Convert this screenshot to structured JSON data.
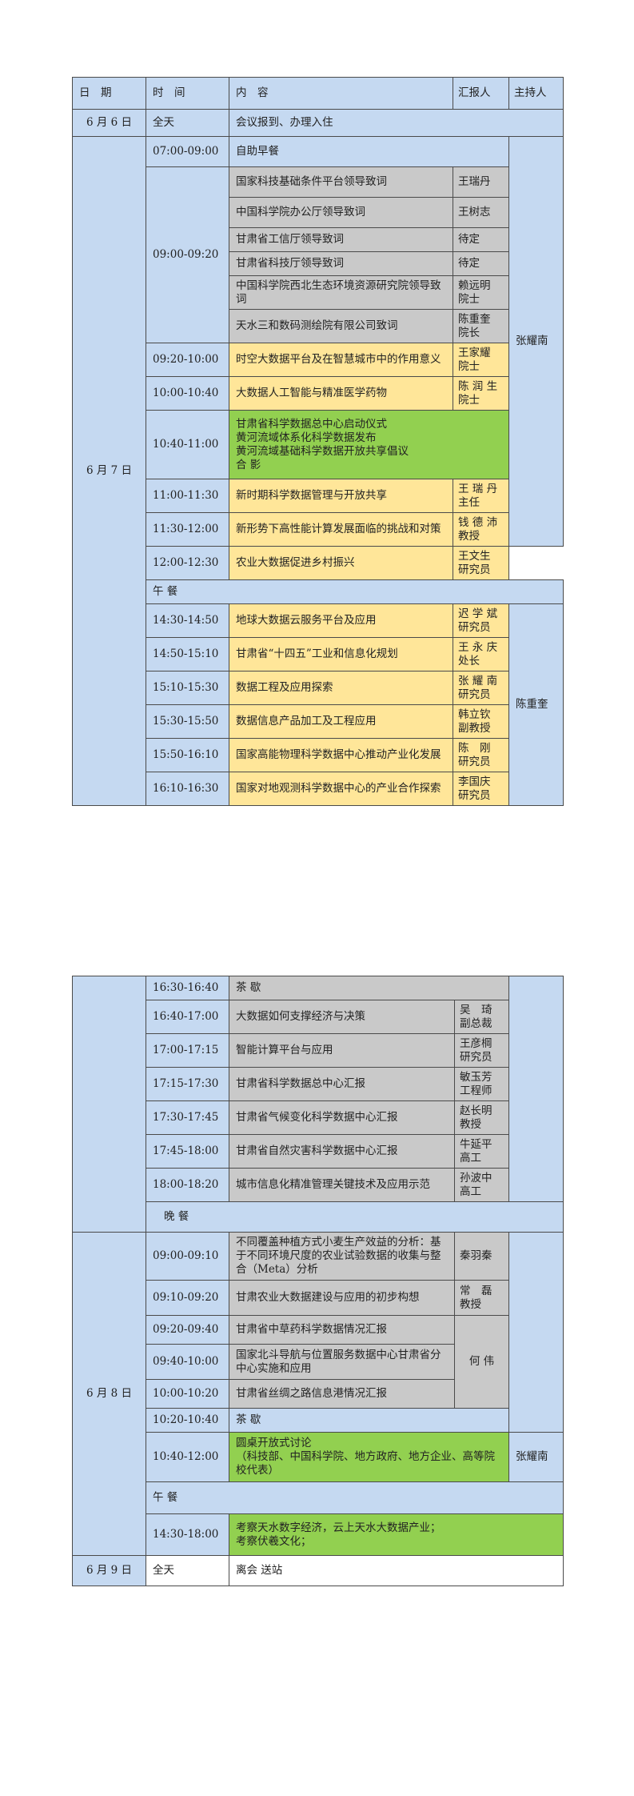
{
  "header": {
    "date": "日　期",
    "time": "时　间",
    "content": "内　容",
    "reporter": "汇报人",
    "host": "主持人"
  },
  "day6": {
    "date": "6 月 6 日",
    "time": "全天",
    "content": "会议报到、办理入住"
  },
  "day7": {
    "date": "6 月 7 日",
    "host_morning": "张耀南",
    "host_afternoon": "陈重奎",
    "morning": [
      {
        "time": "07:00-09:00",
        "content": "自助早餐"
      },
      {
        "time": "09:00-09:20",
        "content": "国家科技基础条件平台领导致词",
        "reporter": "王瑞丹"
      },
      {
        "content": "中国科学院办公厅领导致词",
        "reporter": "王树志"
      },
      {
        "content": "甘肃省工信厅领导致词",
        "reporter": "待定"
      },
      {
        "content": "甘肃省科技厅领导致词",
        "reporter": "待定"
      },
      {
        "content": "中国科学院西北生态环境资源研究院领导致词",
        "reporter": "赖远明\n院士"
      },
      {
        "content": "天水三和数码测绘院有限公司致词",
        "reporter": "陈重奎\n院长"
      },
      {
        "time": "09:20-10:00",
        "content": "时空大数据平台及在智慧城市中的作用意义",
        "reporter": "王家耀\n院士"
      },
      {
        "time": "10:00-10:40",
        "content": "大数据人工智能与精准医学药物",
        "reporter": "陈 润 生\n院士"
      },
      {
        "time": "10:40-11:00",
        "content": "甘肃省科学数据总中心启动仪式\n黄河流域体系化科学数据发布\n黄河流域基础科学数据开放共享倡议\n合 影"
      },
      {
        "time": "11:00-11:30",
        "content": "新时期科学数据管理与开放共享",
        "reporter": "王 瑞 丹\n主任"
      },
      {
        "time": "11:30-12:00",
        "content": "新形势下高性能计算发展面临的挑战和对策",
        "reporter": "钱 德 沛\n教授"
      },
      {
        "time": "12:00-12:30",
        "content": "农业大数据促进乡村振兴",
        "reporter": "王文生\n研究员"
      }
    ],
    "lunch": "午 餐",
    "afternoon": [
      {
        "time": "14:30-14:50",
        "content": "地球大数据云服务平台及应用",
        "reporter": "迟 学 斌\n研究员"
      },
      {
        "time": "14:50-15:10",
        "content": "甘肃省“十四五”工业和信息化规划",
        "reporter": "王 永 庆\n处长"
      },
      {
        "time": "15:10-15:30",
        "content": "数据工程及应用探索",
        "reporter": "张 耀 南\n研究员"
      },
      {
        "time": "15:30-15:50",
        "content": "数据信息产品加工及工程应用",
        "reporter": "韩立钦\n副教授"
      },
      {
        "time": "15:50-16:10",
        "content": "国家高能物理科学数据中心推动产业化发展",
        "reporter": "陈　刚\n研究员"
      },
      {
        "time": "16:10-16:30",
        "content": "国家对地观测科学数据中心的产业合作探索",
        "reporter": "李国庆\n研究员"
      }
    ],
    "late": [
      {
        "time": "16:30-16:40",
        "content": "茶 歇"
      },
      {
        "time": "16:40-17:00",
        "content": "大数据如何支撑经济与决策",
        "reporter": "吴　琦\n副总裁"
      },
      {
        "time": "17:00-17:15",
        "content": "智能计算平台与应用",
        "reporter": "王彦棡\n研究员"
      },
      {
        "time": "17:15-17:30",
        "content": "甘肃省科学数据总中心汇报",
        "reporter": "敏玉芳\n工程师"
      },
      {
        "time": "17:30-17:45",
        "content": "甘肃省气候变化科学数据中心汇报",
        "reporter": "赵长明\n教授"
      },
      {
        "time": "17:45-18:00",
        "content": "甘肃省自然灾害科学数据中心汇报",
        "reporter": "牛延平\n高工"
      },
      {
        "time": "18:00-18:20",
        "content": "城市信息化精准管理关键技术及应用示范",
        "reporter": "孙波中\n高工"
      }
    ],
    "dinner": "晚 餐"
  },
  "day8": {
    "date": "6 月 8 日",
    "host": "张耀南",
    "rows": [
      {
        "time": "09:00-09:10",
        "content": "不同覆盖种植方式小麦生产效益的分析：基于不同环境尺度的农业试验数据的收集与整合（Meta）分析",
        "reporter": "秦羽秦"
      },
      {
        "time": "09:10-09:20",
        "content": "甘肃农业大数据建设与应用的初步构想",
        "reporter": "常　磊\n教授"
      },
      {
        "time": "09:20-09:40",
        "content": "甘肃省中草药科学数据情况汇报"
      },
      {
        "time": "09:40-10:00",
        "content": "国家北斗导航与位置服务数据中心甘肃省分中心实施和应用",
        "reporter": "何 伟"
      },
      {
        "time": "10:00-10:20",
        "content": "甘肃省丝绸之路信息港情况汇报"
      },
      {
        "time": "10:20-10:40",
        "content": "茶 歇"
      },
      {
        "time": "10:40-12:00",
        "content": "圆桌开放式讨论\n（科技部、中国科学院、地方政府、地方企业、高等院校代表）"
      },
      {
        "content": "午 餐"
      },
      {
        "time": "14:30-18:00",
        "content": "考察天水数字经济，云上天水大数据产业；\n考察伏羲文化；"
      }
    ]
  },
  "day9": {
    "date": "6 月 9 日",
    "time": "全天",
    "content": "离会 送站"
  }
}
